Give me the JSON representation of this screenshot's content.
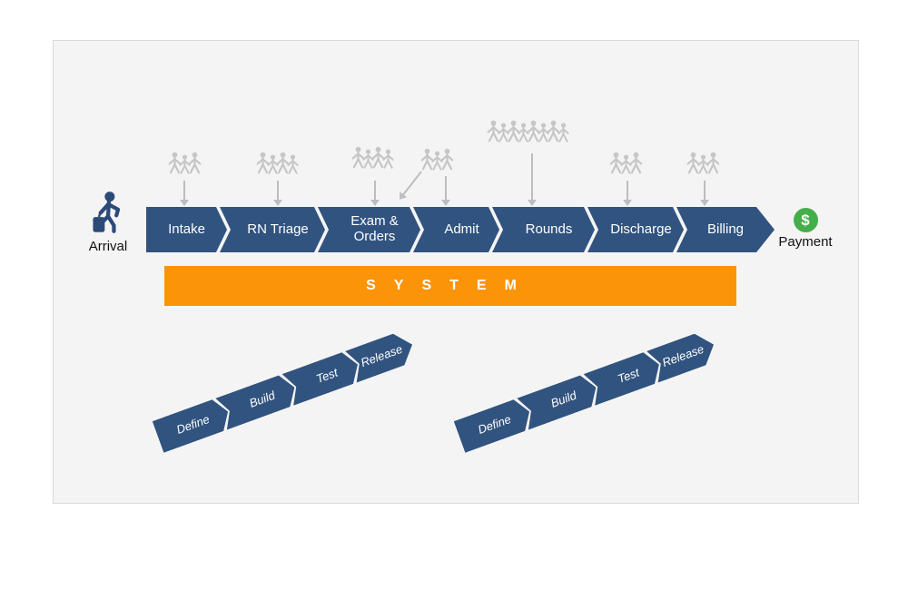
{
  "journey": {
    "start_label": "Arrival",
    "end_label": "Payment",
    "end_icon_char": "$",
    "steps": [
      {
        "label": "Intake",
        "staff": 3
      },
      {
        "label": "RN Triage",
        "staff": 4
      },
      {
        "label": "Exam & Orders",
        "staff": 4
      },
      {
        "label": "Admit",
        "staff": 3
      },
      {
        "label": "Rounds",
        "staff": 8
      },
      {
        "label": "Discharge",
        "staff": 3
      },
      {
        "label": "Billing",
        "staff": 3
      }
    ]
  },
  "system_bar": {
    "label": "SYSTEM"
  },
  "dev_flows": [
    {
      "steps": [
        "Define",
        "Build",
        "Test",
        "Release"
      ]
    },
    {
      "steps": [
        "Define",
        "Build",
        "Test",
        "Release"
      ]
    }
  ],
  "colors": {
    "chevron_blue": "#31537F",
    "system_orange": "#FB9408",
    "staff_gray": "#C6C6C6",
    "arrow_gray": "#BDBDBD",
    "payment_green": "#44AE4A"
  }
}
